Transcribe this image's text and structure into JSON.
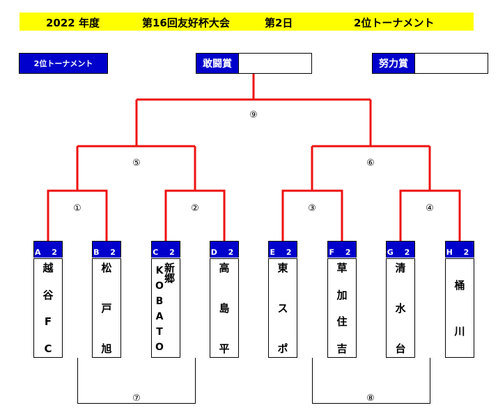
{
  "header": {
    "year": "2022 年度",
    "event": "第16回友好杯大会",
    "day": "第2日",
    "tournament": "2位トーナメント"
  },
  "labels": {
    "badge": "2位トーナメント",
    "award_fighting": "敢闘賞",
    "award_effort": "努力賞",
    "award_fighting_value": "",
    "award_effort_value": ""
  },
  "teams": [
    {
      "seed": "A 2",
      "name_lines": [
        "越",
        "谷",
        "F",
        "C"
      ]
    },
    {
      "seed": "B 2",
      "name_lines": [
        "松",
        "戸",
        "旭"
      ]
    },
    {
      "seed": "C 2",
      "name_lines": [
        "KOBATO",
        "新郷"
      ]
    },
    {
      "seed": "D 2",
      "name_lines": [
        "高",
        "島",
        "平"
      ]
    },
    {
      "seed": "E 2",
      "name_lines": [
        "東",
        "ス",
        "ポ"
      ]
    },
    {
      "seed": "F 2",
      "name_lines": [
        "草",
        "加",
        "住",
        "吉"
      ]
    },
    {
      "seed": "G 2",
      "name_lines": [
        "清",
        "水",
        "台"
      ]
    },
    {
      "seed": "H 2",
      "name_lines": [
        "桶",
        "川"
      ]
    }
  ],
  "matches": {
    "m1": "①",
    "m2": "②",
    "m3": "③",
    "m4": "④",
    "m5": "⑤",
    "m6": "⑥",
    "m7": "⑦",
    "m8": "⑧",
    "m9": "⑨"
  },
  "colors": {
    "bracket": "#ee1111",
    "badge": "#0000cc",
    "title_bg": "#ffff00"
  }
}
